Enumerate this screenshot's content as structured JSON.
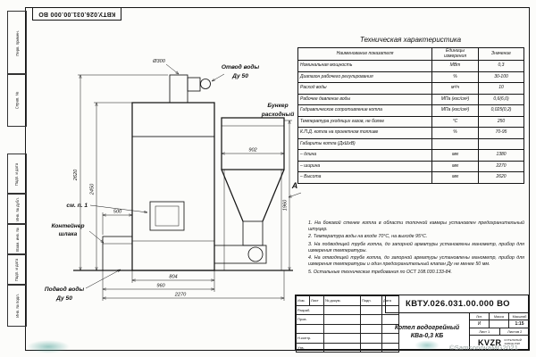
{
  "doc_code_top": "КВТУ.026.031.00.000 ВО",
  "frame": {
    "stamp_labels": [
      "Перв. примен.",
      "Справ. №",
      "Подп. и дата",
      "Инв. № дубл.",
      "Взам. инв. №",
      "Подп. и дата",
      "Инв. № подл."
    ]
  },
  "drawing": {
    "labels": {
      "chimney_dia": "Ø300",
      "outlet_line1": "Отвод воды",
      "outlet_line2": "Ду 50",
      "hopper_line1": "Бункер",
      "hopper_line2": "расходный",
      "see_note": "см. п. 1",
      "slag_line1": "Контейнер",
      "slag_line2": "шлака",
      "inlet_line1": "Подвод воды",
      "inlet_line2": "Ду 50",
      "view": "А"
    },
    "dims": {
      "total_height": "2620",
      "body_height": "2450",
      "slag_width": "500",
      "hopper_width": "902",
      "hopper_height": "1960",
      "feeder_width": "804",
      "base_width": "960",
      "total_width": "2270"
    }
  },
  "tech_table": {
    "title": "Техническая характеристика",
    "headers": [
      "Наименование показателя",
      "Единицы измерения",
      "Значение"
    ],
    "rows": [
      [
        "Номинальная мощность",
        "МВт",
        "0,3"
      ],
      [
        "Диапазон рабочего регулирования",
        "%",
        "30-100"
      ],
      [
        "Расход воды",
        "м³/ч",
        "10"
      ],
      [
        "Рабочее давление воды",
        "МПа (кгс/см²)",
        "0,6(6,0)"
      ],
      [
        "Гидравлическое сопротивление котла",
        "МПа (кгс/см²)",
        "0,025(0,2)"
      ],
      [
        "Температура уходящих газов, не более",
        "°С",
        "250"
      ],
      [
        "К.П.Д. котла на проектном топливе",
        "%",
        "70-95"
      ],
      [
        "Габариты котла (ДхШхВ)",
        "",
        ""
      ],
      [
        "– длина",
        "мм",
        "1380"
      ],
      [
        "– ширина",
        "мм",
        "2270"
      ],
      [
        "– Высота",
        "мм",
        "2620"
      ]
    ]
  },
  "notes": [
    "1. На боковой стенке котла в области топочной камеры установлен предохранительный штуцер.",
    "2. Температура воды на входе 70°С, на выходе 95°С.",
    "3. На подводящей трубе котла, до запорной арматуры установлены манометр, прибор для измерения температуры.",
    "4. На отводящей трубе котла, до запорной арматуры установлены манометр, прибор для измерения температуры и один предохранительный клапан Ду не менее 50 мм.",
    "5. Остальные технические требования по ОСТ 108.030.133-84."
  ],
  "title_block": {
    "doc_code": "КВТУ.026.031.00.000 ВО",
    "col_headers": [
      "Изм.",
      "Лист",
      "№ докум.",
      "Подп.",
      "Дата"
    ],
    "row_labels": [
      "Разраб.",
      "Пров.",
      "",
      "Н.контр.",
      "Утв."
    ],
    "product_name_line1": "Котел водогрейный",
    "product_name_line2": "КВа-0,3 КБ",
    "lit_header": [
      "Лит.",
      "Масса",
      "Масштаб"
    ],
    "lit_value": "И",
    "scale": "1:15",
    "sheet_label": "Лист 1",
    "sheets_label": "Листов 2",
    "company": "KVZR",
    "company_sub1": "КОТЕЛЬНЫЙ",
    "company_sub2": "ЗАВОД РЭП",
    "watermark": "©SamsonovaMG2021"
  }
}
